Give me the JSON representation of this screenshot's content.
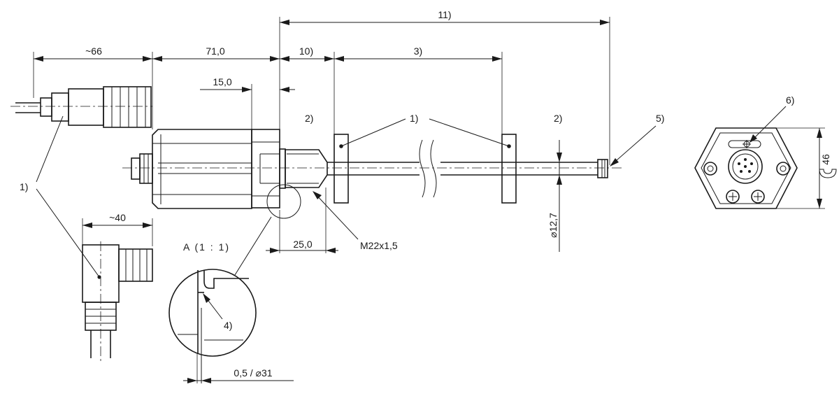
{
  "dimensions": {
    "overall": "11)",
    "connector_straight_length": "~66",
    "housing_length": "71,0",
    "flange_width": "15,0",
    "dead_zone_front": "10)",
    "measuring_range": "3)",
    "connector_angled_length": "~40",
    "thread_length": "25,0",
    "thread": "M22x1,5",
    "rod_diameter": "⌀12,7",
    "seal_groove": "0,5 / ⌀31",
    "wrench_size": "46"
  },
  "callouts": {
    "connector_straight": "1)",
    "position_magnet_1": "1)",
    "position_magnet_2": "1)",
    "zone_before_magnet": "2)",
    "zone_after_magnet": "2)",
    "rod_end": "5)",
    "led": "6)",
    "o_ring": "4)"
  },
  "detail": {
    "title": "A (1 : 1)"
  },
  "icons": {
    "wrench": "wrench-icon"
  }
}
